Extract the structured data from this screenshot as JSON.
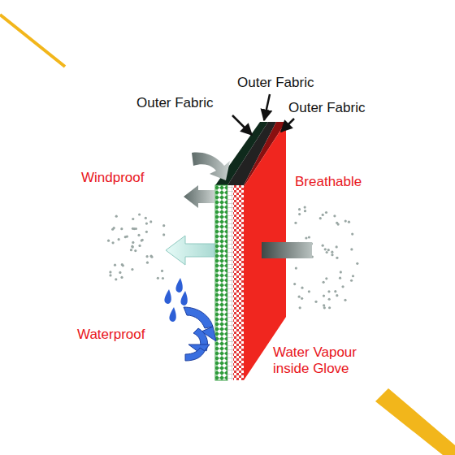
{
  "diagram": {
    "labels": [
      "Outer Fabric",
      "Outer Fabric",
      "Outer Fabric",
      "Windproof",
      "Breathable",
      "Waterproof",
      "Water Vapour inside Glove"
    ]
  }
}
